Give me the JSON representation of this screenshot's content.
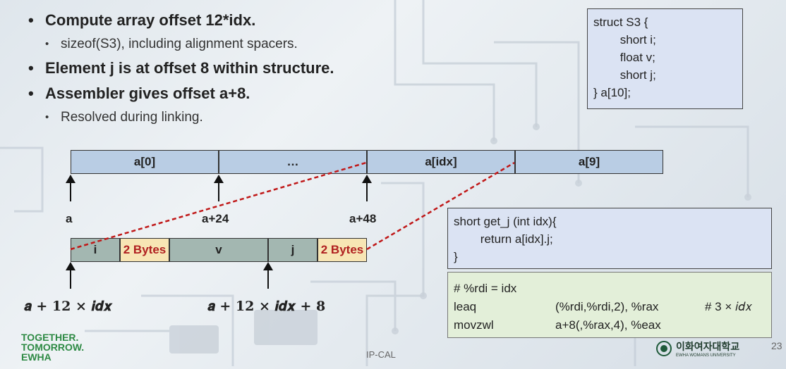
{
  "bullets": [
    {
      "level": 1,
      "text": "Compute array offset 12*idx."
    },
    {
      "level": 2,
      "text": "sizeof(S3), including alignment spacers."
    },
    {
      "level": 1,
      "text": "Element j is at offset 8 within structure."
    },
    {
      "level": 1,
      "text": "Assembler gives offset a+8."
    },
    {
      "level": 2,
      "text": "Resolved during linking."
    }
  ],
  "struct_code": "struct S3 {\n        short i;\n        float v;\n        short j;\n} a[10];",
  "array_cells": [
    "a[0]",
    "…",
    "a[idx]",
    "a[9]"
  ],
  "struct_cells": [
    "i",
    "2 Bytes",
    "v",
    "j",
    "2 Bytes"
  ],
  "offset_labels": [
    "a",
    "a+24",
    "a+48"
  ],
  "math_labels": [
    "𝒂 + 𝟏𝟐 × 𝒊𝒅𝒙",
    "𝒂 + 𝟏𝟐 × 𝒊𝒅𝒙 + 𝟖"
  ],
  "func_code": "short get_j (int idx){\n        return a[idx].j;\n}",
  "asm": {
    "comment": "# %rdi = idx",
    "rows": [
      {
        "op": "leaq",
        "args": "(%rdi,%rdi,2), %rax",
        "note": "# 3 × 𝑖𝑑𝑥"
      },
      {
        "op": "movzwl",
        "args": "a+8(,%rax,4), %eax",
        "note": ""
      }
    ]
  },
  "footer": {
    "center": "IP-CAL",
    "page": "23",
    "logo_left": [
      "TOGETHER.",
      "TOMORROW.",
      "EWHA"
    ],
    "logo_right_kr": "이화여자대학교",
    "logo_right_en": "EWHA WOMANS UNIVERSITY"
  },
  "colors": {
    "array_cell": "#b9cde4",
    "field_cell": "#a3b7b1",
    "padding_cell": "#f7e5b4",
    "padding_text": "#b02020",
    "code_box": "#dbe3f3",
    "asm_box": "#e3efd9",
    "dashed_line": "#c01818"
  }
}
